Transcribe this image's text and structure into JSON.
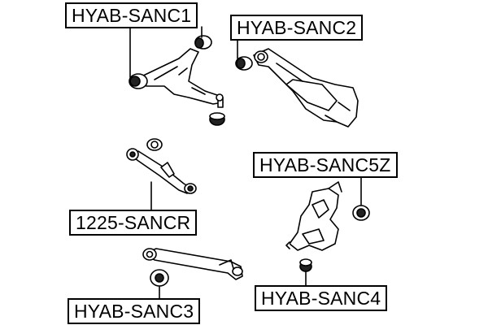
{
  "labels": {
    "sanc1": "HYAB-SANC1",
    "sanc2": "HYAB-SANC2",
    "sancr": "1225-SANCR",
    "sanc5z": "HYAB-SANC5Z",
    "sanc3": "HYAB-SANC3",
    "sanc4": "HYAB-SANC4"
  },
  "colors": {
    "line": "#000000",
    "part_fill": "#ffffff",
    "bushing_fill": "#222222",
    "background": "#ffffff"
  }
}
